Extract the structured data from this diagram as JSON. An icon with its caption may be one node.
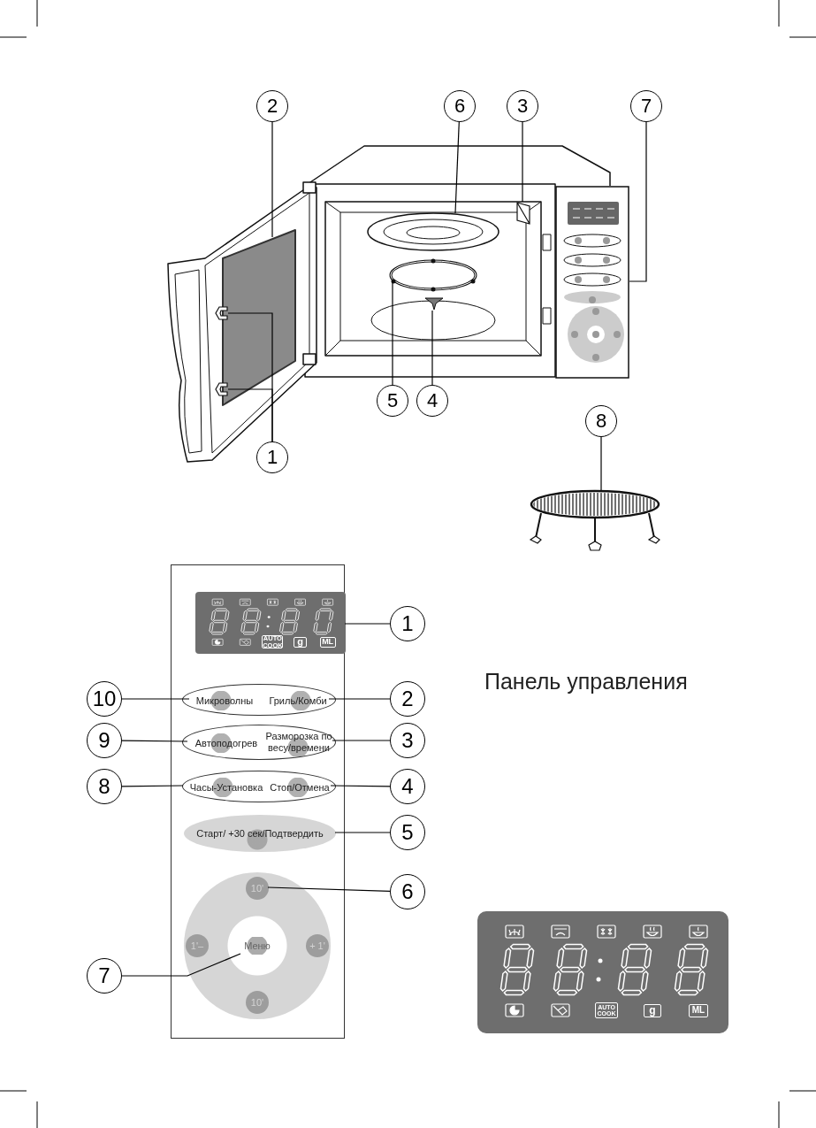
{
  "diagram": {
    "nodes": [
      {
        "text": [
          "2"
        ]
      },
      {
        "text": [
          "6"
        ]
      },
      {
        "text": [
          "3"
        ]
      },
      {
        "text": [
          "7"
        ]
      },
      {
        "text": [],
        "shape": "box"
      },
      {
        "text": [],
        "shape": "picture"
      },
      {
        "text": [],
        "shape": "picture"
      },
      {
        "text": [],
        "shape": "picture"
      },
      {
        "text": [],
        "shape": "picture"
      },
      {
        "text": [],
        "shape": "picture"
      },
      {
        "text": [],
        "shape": "picture"
      },
      {
        "text": [],
        "shape": "picture"
      },
      {
        "text": [
          "5"
        ]
      },
      {
        "text": [
          "4"
        ]
      },
      {
        "text": [
          "8"
        ]
      },
      {
        "text": [
          "1"
        ]
      },
      {
        "text": [],
        "shape": "picture"
      },
      {
        "text": [],
        "shape": "box"
      },
      {
        "text": [],
        "shape": "box",
        "in": 17
      },
      {
        "text": [
          "1"
        ]
      },
      {
        "text": [],
        "shape": "oval",
        "in": 17
      },
      {
        "text": [
          "Микроволны"
        ],
        "in": 20
      },
      {
        "text": [
          "Гриль/Комби"
        ],
        "in": 20
      },
      {
        "text": [
          "10"
        ]
      },
      {
        "text": [
          "2"
        ]
      },
      {
        "text": [],
        "shape": "oval",
        "in": 17
      },
      {
        "text": [
          "Автоподогрев"
        ],
        "in": 25
      },
      {
        "text": [
          "Разморозка по весу/времени"
        ],
        "in": 25
      },
      {
        "text": [
          "9"
        ]
      },
      {
        "text": [
          "3"
        ]
      },
      {
        "text": [],
        "shape": "oval",
        "in": 17
      },
      {
        "text": [
          "Часы-Установка"
        ],
        "in": 30
      },
      {
        "text": [
          "Стоп/Отмена"
        ],
        "in": 30
      },
      {
        "text": [
          "8"
        ]
      },
      {
        "text": [
          "4"
        ]
      },
      {
        "text": [
          "Старт/ +30 сек/Подтвердить"
        ],
        "in": 17
      },
      {
        "text": [
          "5"
        ]
      },
      {
        "text": [],
        "shape": "circle",
        "in": 17
      },
      {
        "text": [
          "10'"
        ],
        "in": 37
      },
      {
        "text": [
          "6"
        ]
      },
      {
        "text": [
          "1'–"
        ],
        "in": 37
      },
      {
        "text": [
          "Меню"
        ],
        "in": 37
      },
      {
        "text": [
          "+ 1'"
        ],
        "in": 37
      },
      {
        "text": [
          "7"
        ]
      },
      {
        "text": [
          "10'"
        ],
        "in": 37
      }
    ],
    "edges": [
      {
        "from": 0,
        "to": 4,
        "arrow": "none"
      },
      {
        "from": 1,
        "to": 6,
        "arrow": "none"
      },
      {
        "from": 2,
        "to": 5,
        "arrow": "none"
      },
      {
        "from": 3,
        "to": 7,
        "arrow": "none"
      },
      {
        "from": 12,
        "to": 9,
        "arrow": "none"
      },
      {
        "from": 13,
        "to": 10,
        "arrow": "none"
      },
      {
        "from": 14,
        "to": 16,
        "arrow": "none"
      },
      {
        "from": 15,
        "to": 8,
        "arrow": "none"
      },
      {
        "from": 15,
        "to": 11,
        "arrow": "none"
      },
      {
        "from": 19,
        "to": 18,
        "arrow": "none"
      },
      {
        "from": 23,
        "to": 21,
        "arrow": "none"
      },
      {
        "from": 24,
        "to": 22,
        "arrow": "none"
      },
      {
        "from": 28,
        "to": 26,
        "arrow": "none"
      },
      {
        "from": 29,
        "to": 27,
        "arrow": "none"
      },
      {
        "from": 33,
        "to": 31,
        "arrow": "none"
      },
      {
        "from": 34,
        "to": 32,
        "arrow": "none"
      },
      {
        "from": 36,
        "to": 35,
        "arrow": "none"
      },
      {
        "from": 39,
        "to": 38,
        "arrow": "none"
      },
      {
        "from": 43,
        "to": 41,
        "arrow": "none"
      }
    ],
    "labels": [
      "AUTO COOK",
      "g",
      "ML",
      "Панель управления",
      "AUTO COOK",
      "g",
      "ML"
    ]
  }
}
